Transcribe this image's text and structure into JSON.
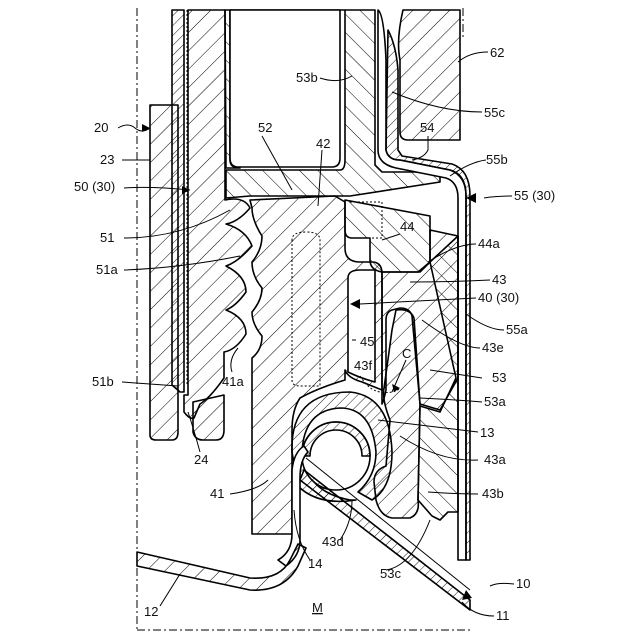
{
  "labels": {
    "l62": "62",
    "l53b": "53b",
    "l55c": "55c",
    "l20": "20",
    "l52": "52",
    "l54": "54",
    "l23": "23",
    "l42": "42",
    "l55b": "55b",
    "l50": "50 (30)",
    "l55": "55 (30)",
    "l51": "51",
    "l44": "44",
    "l44a": "44a",
    "l51a": "51a",
    "l43": "43",
    "l40": "40 (30)",
    "l55a": "55a",
    "l45": "45",
    "l43e": "43e",
    "lC": "C",
    "l43f": "43f",
    "l53": "53",
    "l51b": "51b",
    "l41a": "41a",
    "l53a": "53a",
    "l24": "24",
    "l13": "13",
    "l43a": "43a",
    "l41": "41",
    "l43b": "43b",
    "l43d": "43d",
    "l14": "14",
    "l53c": "53c",
    "l10": "10",
    "l12": "12",
    "lM": "M",
    "l11": "11"
  },
  "colors": {
    "line": "#000000",
    "background": "#ffffff"
  }
}
